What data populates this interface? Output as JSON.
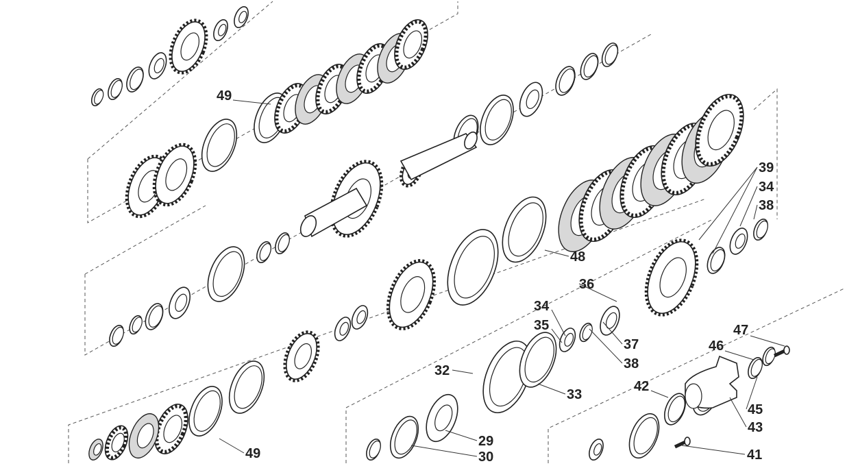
{
  "diagram": {
    "type": "exploded parts diagram",
    "callouts": [
      {
        "id": "49a",
        "text": "49"
      },
      {
        "id": "39",
        "text": "39"
      },
      {
        "id": "34a",
        "text": "34"
      },
      {
        "id": "38a",
        "text": "38"
      },
      {
        "id": "48",
        "text": "48"
      },
      {
        "id": "36",
        "text": "36"
      },
      {
        "id": "34b",
        "text": "34"
      },
      {
        "id": "35",
        "text": "35"
      },
      {
        "id": "37",
        "text": "37"
      },
      {
        "id": "38b",
        "text": "38"
      },
      {
        "id": "47",
        "text": "47"
      },
      {
        "id": "46",
        "text": "46"
      },
      {
        "id": "32",
        "text": "32"
      },
      {
        "id": "33",
        "text": "33"
      },
      {
        "id": "42",
        "text": "42"
      },
      {
        "id": "45",
        "text": "45"
      },
      {
        "id": "43",
        "text": "43"
      },
      {
        "id": "29",
        "text": "29"
      },
      {
        "id": "30",
        "text": "30"
      },
      {
        "id": "41",
        "text": "41"
      },
      {
        "id": "49b",
        "text": "49"
      }
    ]
  }
}
